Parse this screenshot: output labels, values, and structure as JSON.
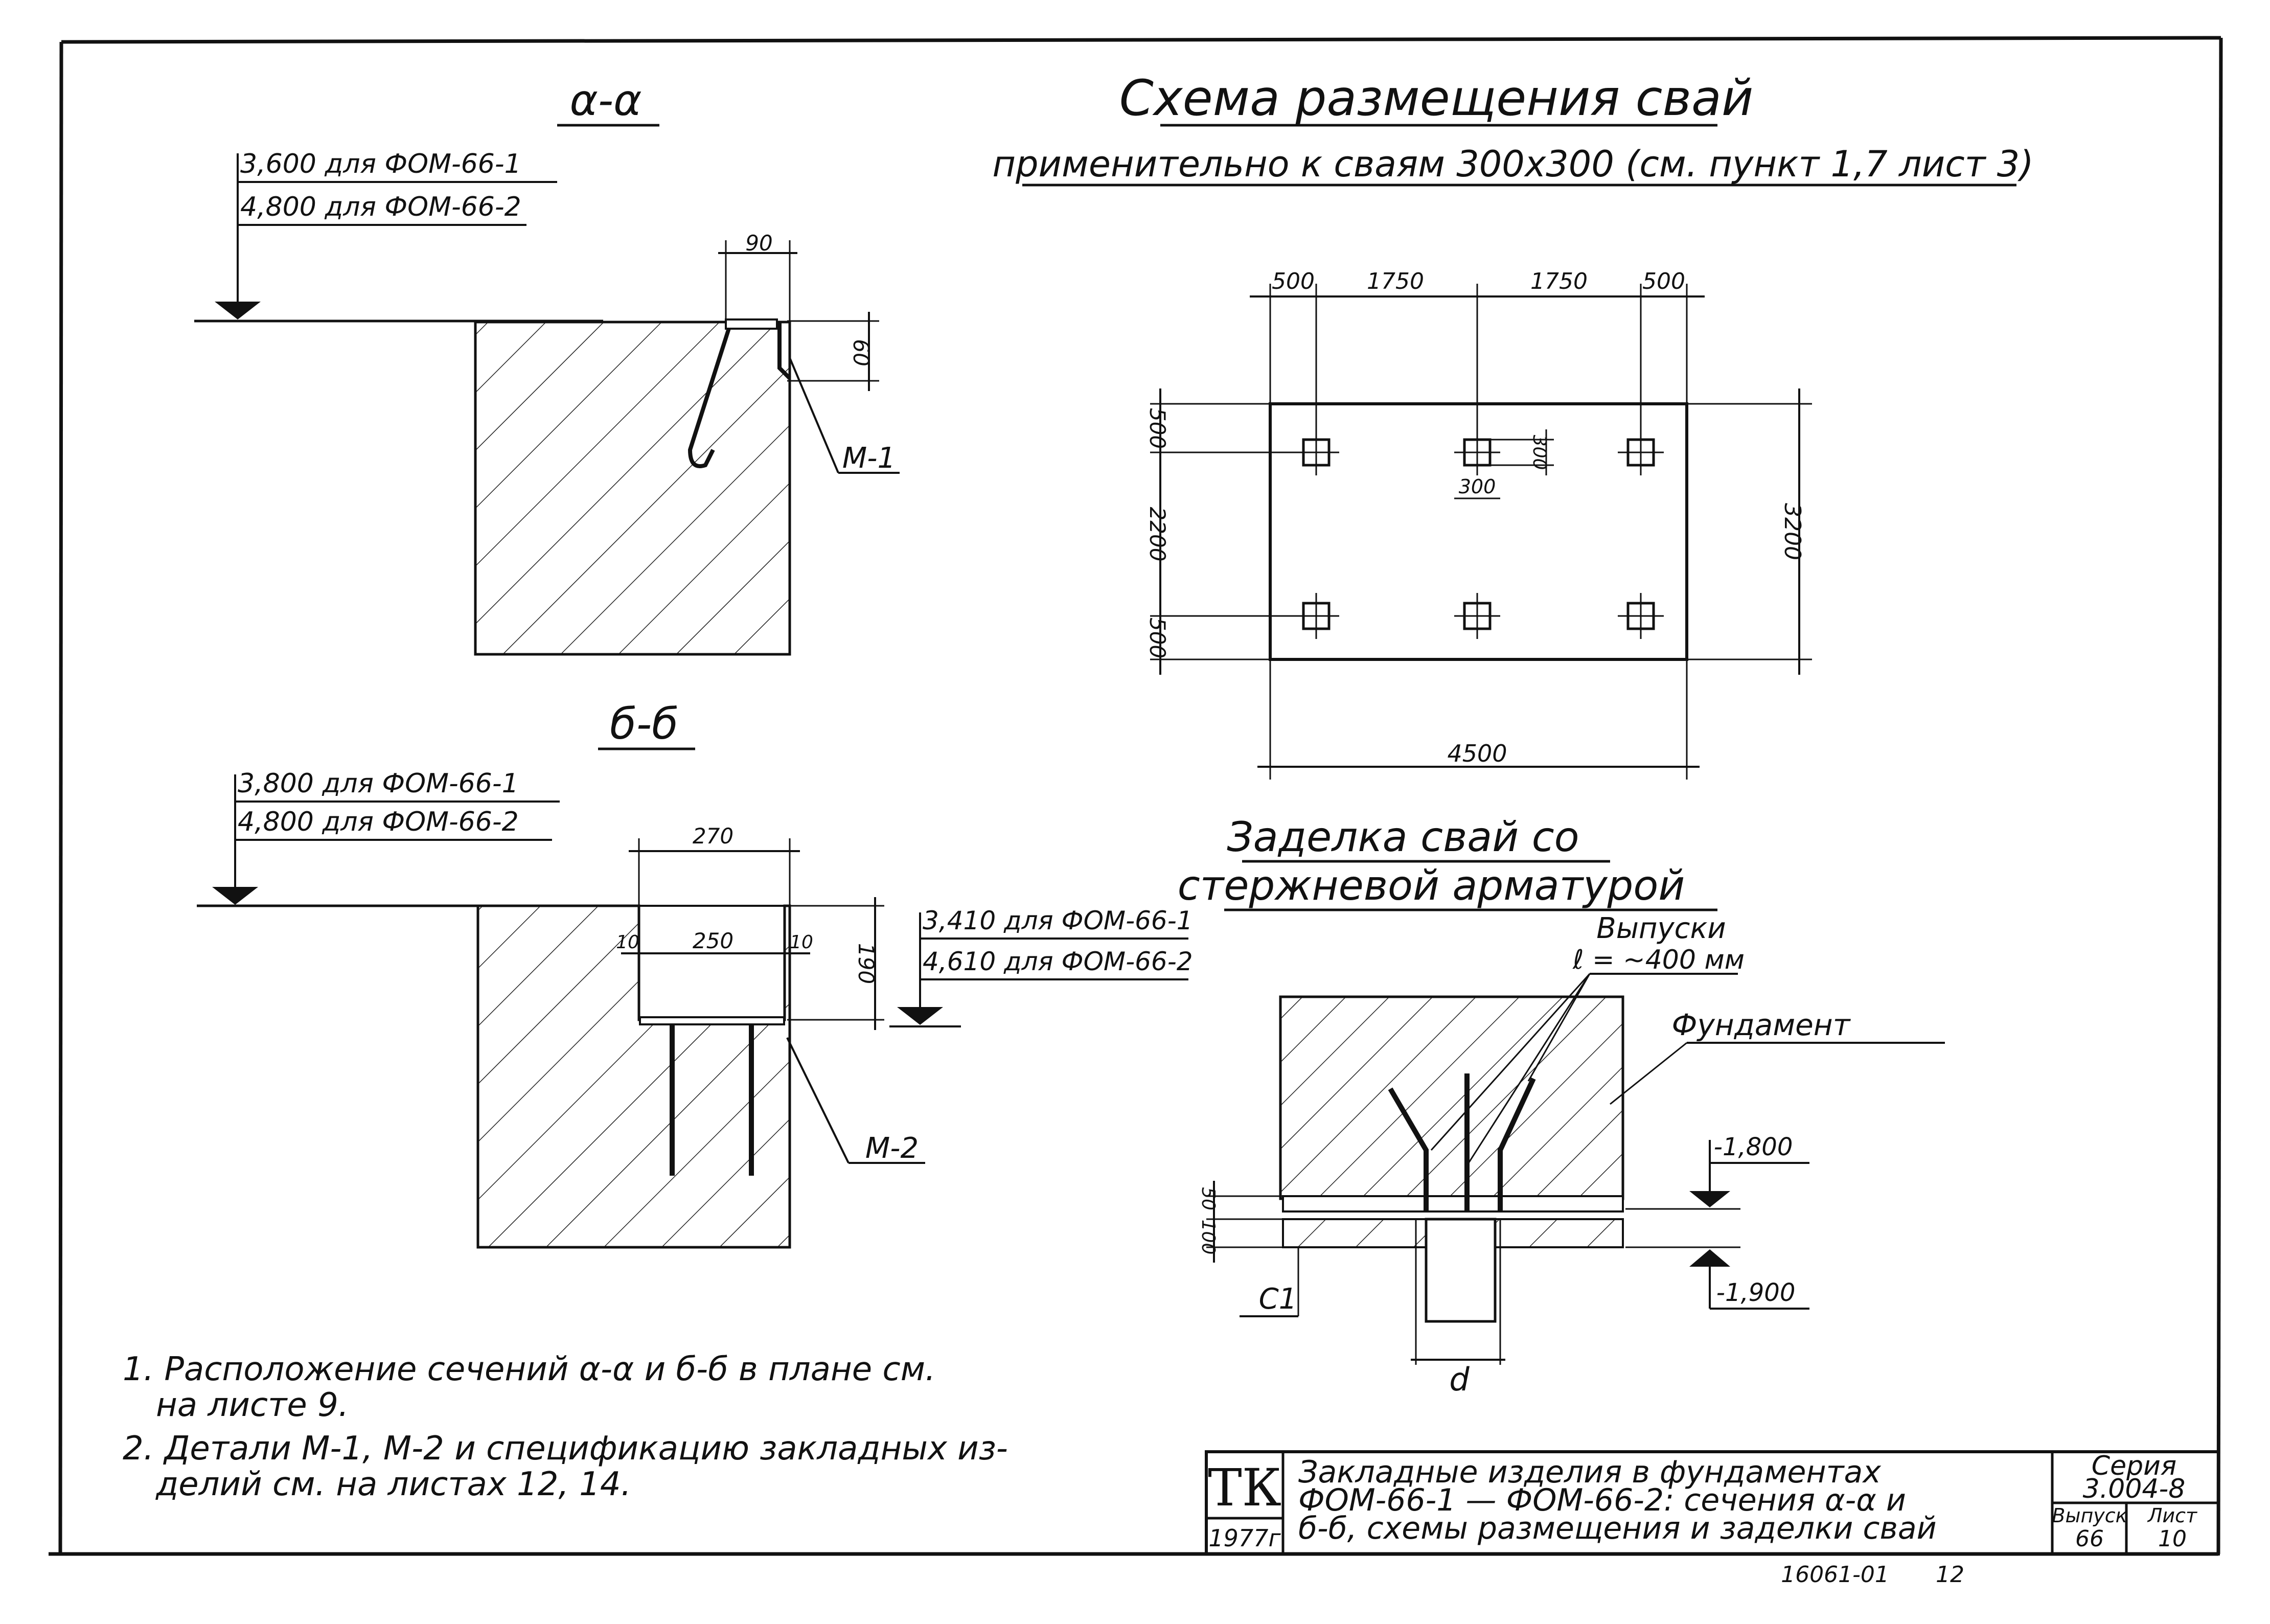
{
  "section_aa": {
    "title": "α-α",
    "level_1": "3,600 для ФОМ-66-1",
    "level_2": "4,800 для ФОМ-66-2",
    "dim_width": "90",
    "dim_depth": "60",
    "part": "М-1"
  },
  "section_bb": {
    "title": "б-б",
    "level_1": "3,800 для ФОМ-66-1",
    "level_2": "4,800 для ФОМ-66-2",
    "dim_outer": "270",
    "dim_inner": "250",
    "dim_gap_left": "10",
    "dim_gap_right": "10",
    "dim_depth": "190",
    "bottom_level_1": "3,410 для ФОМ-66-1",
    "bottom_level_2": "4,610 для ФОМ-66-2",
    "part": "М-2"
  },
  "pile_scheme": {
    "title": "Схема размещения свай",
    "subtitle": "применительно к сваям 300x300 (см. пункт 1,7 лист 3)",
    "top_dims": [
      "500",
      "1750",
      "1750",
      "500"
    ],
    "left_dims": [
      "500",
      "2200",
      "500"
    ],
    "pile_dim_v": "300",
    "pile_dim_h": "300",
    "total_height": "3200",
    "total_width": "4500"
  },
  "embedment": {
    "title_line1": "Заделка свай со",
    "title_line2": "стержневой арматурой",
    "outlets_label": "Выпуски",
    "outlets_length": "ℓ = ~400 мм",
    "foundation_label": "Фундамент",
    "level_top": "-1,800",
    "level_bottom": "-1,900",
    "dim_50": "50",
    "dim_100": "100",
    "c1_label": "С1",
    "d_label": "d"
  },
  "notes": [
    "1. Расположение сечений α-α и б-б в плане см.",
    "на листе 9.",
    "2. Детали М-1, М-2 и спецификацию закладных из-",
    "делий см. на листах 12, 14."
  ],
  "title_block": {
    "org": "ТК",
    "year": "1977г",
    "desc_1": "Закладные изделия в фундаментах",
    "desc_2": "ФОМ-66-1 — ФОМ-66-2: сечения α-α и",
    "desc_3": "б-б, схемы размещения и заделки свай",
    "series_label": "Серия",
    "series_value": "3.004-8",
    "issue_label": "Выпуск",
    "issue_value": "66",
    "sheet_label": "Лист",
    "sheet_value": "10"
  },
  "footer": {
    "code": "16061-01",
    "page": "12"
  }
}
